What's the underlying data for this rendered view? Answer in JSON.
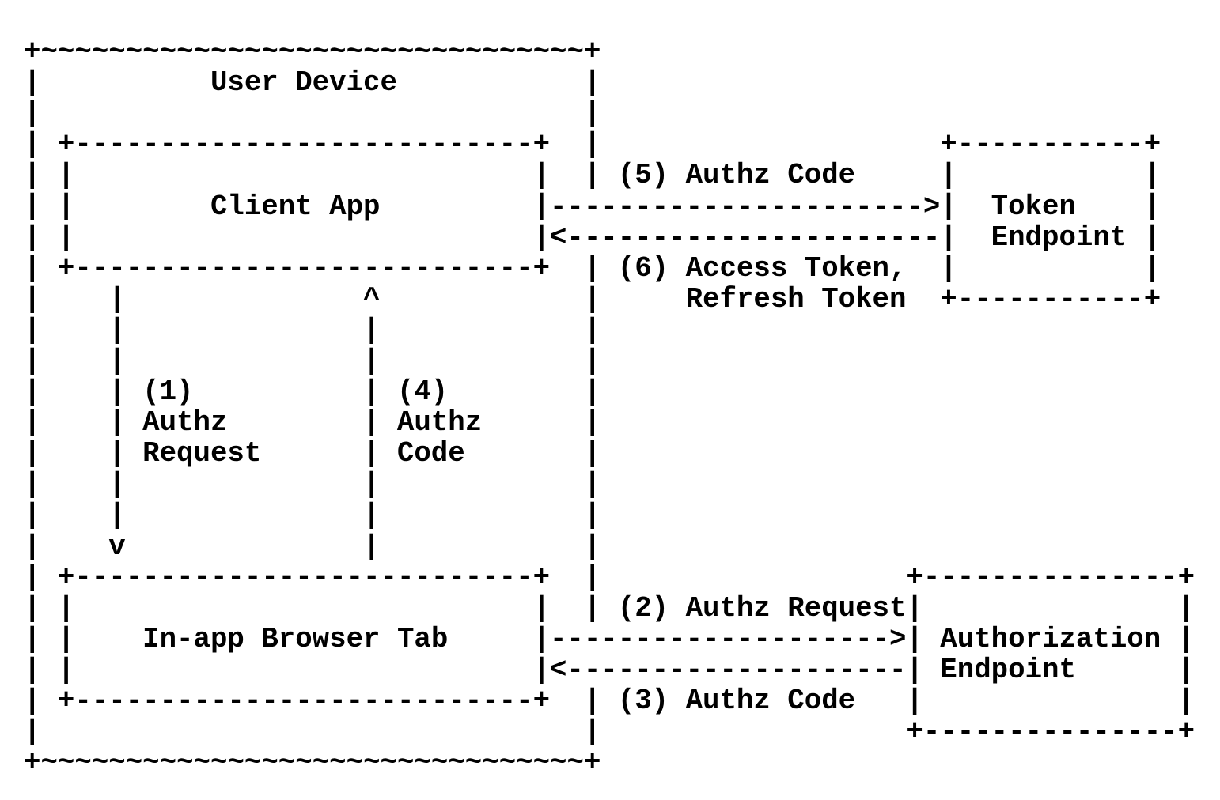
{
  "colors": {
    "foreground": "#000000",
    "background": "#ffffff"
  },
  "diagram": {
    "outer_box": {
      "title": "User Device",
      "border_lines": [
        "+~~~~~~~~~~~~~~~~~~~~~~~~~~~~~~~~+",
        "|                                |",
        "|                                |",
        "|                                |",
        "|                                |",
        "|",
        "|",
        "|                                |",
        "|                                |",
        "|                                |",
        "|                                |",
        "|                                |",
        "|                                |",
        "|                                |",
        "|                                |",
        "|                                |",
        "|                                |",
        "|                                |",
        "|                                |",
        "|",
        "|",
        "|                                |",
        "|                                |",
        "+~~~~~~~~~~~~~~~~~~~~~~~~~~~~~~~~+"
      ]
    },
    "boxes": {
      "client_app": {
        "label": "Client App",
        "border_lines": [
          "+---------------------------+",
          "|                           |",
          "|                           |",
          "|                           |",
          "+---------------------------+"
        ]
      },
      "browser_tab": {
        "label": "In-app Browser Tab",
        "border_lines": [
          "+---------------------------+",
          "|                           |",
          "|                           |",
          "|                           |",
          "+---------------------------+"
        ]
      },
      "token_endpoint": {
        "label_lines": [
          "Token",
          "Endpoint"
        ],
        "border_lines": [
          "+-----------+",
          "|           |",
          "|           |",
          "|           |",
          "|           |",
          "+-----------+"
        ]
      },
      "auth_endpoint": {
        "label_lines": [
          "Authorization",
          "Endpoint"
        ],
        "border_lines": [
          "+---------------+",
          "|               |",
          "|               |",
          "|               |",
          "|               |",
          "+---------------+"
        ]
      }
    },
    "arrows": {
      "authz_request_1": {
        "label_lines": [
          "(1)",
          "Authz",
          "Request"
        ],
        "glyph_lines": [
          "|",
          "|",
          "|",
          "|",
          "|",
          "|",
          "|",
          "|",
          "v"
        ]
      },
      "authz_request_2": {
        "label": "(2) Authz Request",
        "glyph": "-------------------->"
      },
      "authz_code_3": {
        "label": "(3) Authz Code",
        "glyph": "<--------------------"
      },
      "authz_code_4": {
        "label_lines": [
          "(4)",
          "Authz",
          "Code"
        ],
        "glyph_lines": [
          "^",
          "|",
          "|",
          "|",
          "|",
          "|",
          "|",
          "|",
          "|"
        ]
      },
      "authz_code_5": {
        "label": "(5) Authz Code",
        "glyph": "---------------------->"
      },
      "tokens_6": {
        "label_lines": [
          "(6) Access Token,",
          "    Refresh Token"
        ],
        "glyph": "<----------------------"
      }
    }
  }
}
